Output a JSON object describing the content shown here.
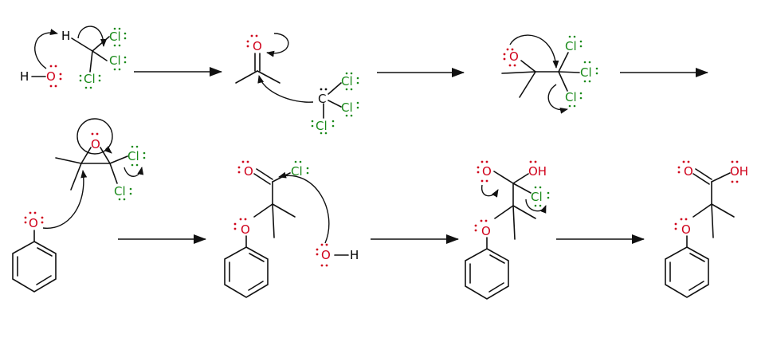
{
  "colors": {
    "oxygen": "#d0021b",
    "chlorine": "#1a8a1a",
    "carbon": "#111111",
    "arrow": "#111111"
  },
  "labels": {
    "h": "H",
    "o": "O",
    "oh": "OH",
    "c": "C",
    "cl": "Cl"
  }
}
